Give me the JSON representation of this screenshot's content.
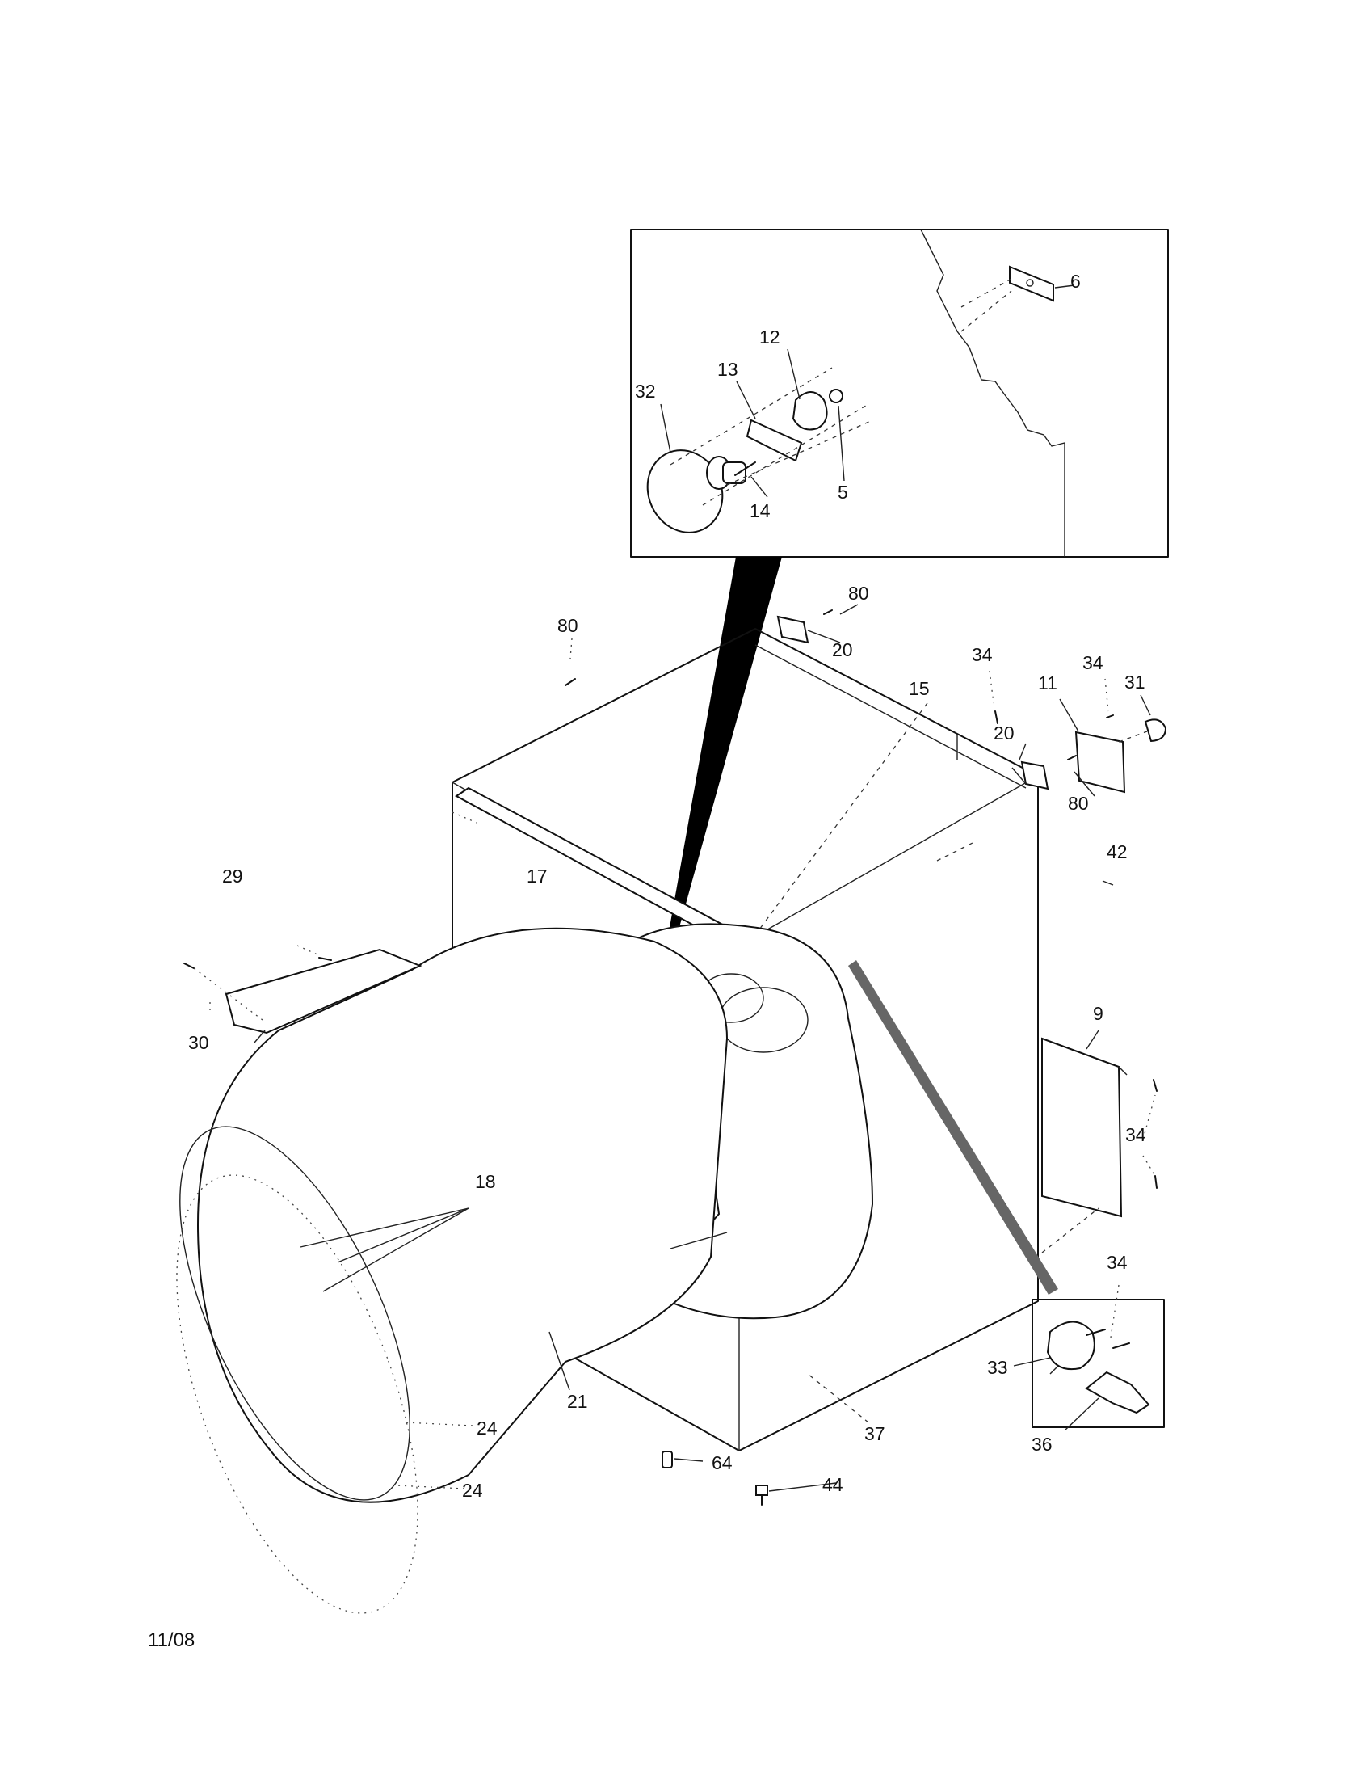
{
  "callouts": {
    "c6": "6",
    "c12": "12",
    "c13": "13",
    "c32": "32",
    "c5": "5",
    "c14": "14",
    "c80a": "80",
    "c80b": "80",
    "c80c": "80",
    "c20a": "20",
    "c20b": "20",
    "c34a": "34",
    "c34b": "34",
    "c34c": "34",
    "c34d": "34",
    "c31": "31",
    "c11": "11",
    "c15": "15",
    "c42": "42",
    "c29": "29",
    "c17": "17",
    "c30": "30",
    "c9": "9",
    "c18": "18",
    "c33": "33",
    "c36": "36",
    "c21": "21",
    "c37": "37",
    "c24a": "24",
    "c24b": "24",
    "c64": "64",
    "c44": "44"
  },
  "footer": {
    "date": "11/08"
  }
}
